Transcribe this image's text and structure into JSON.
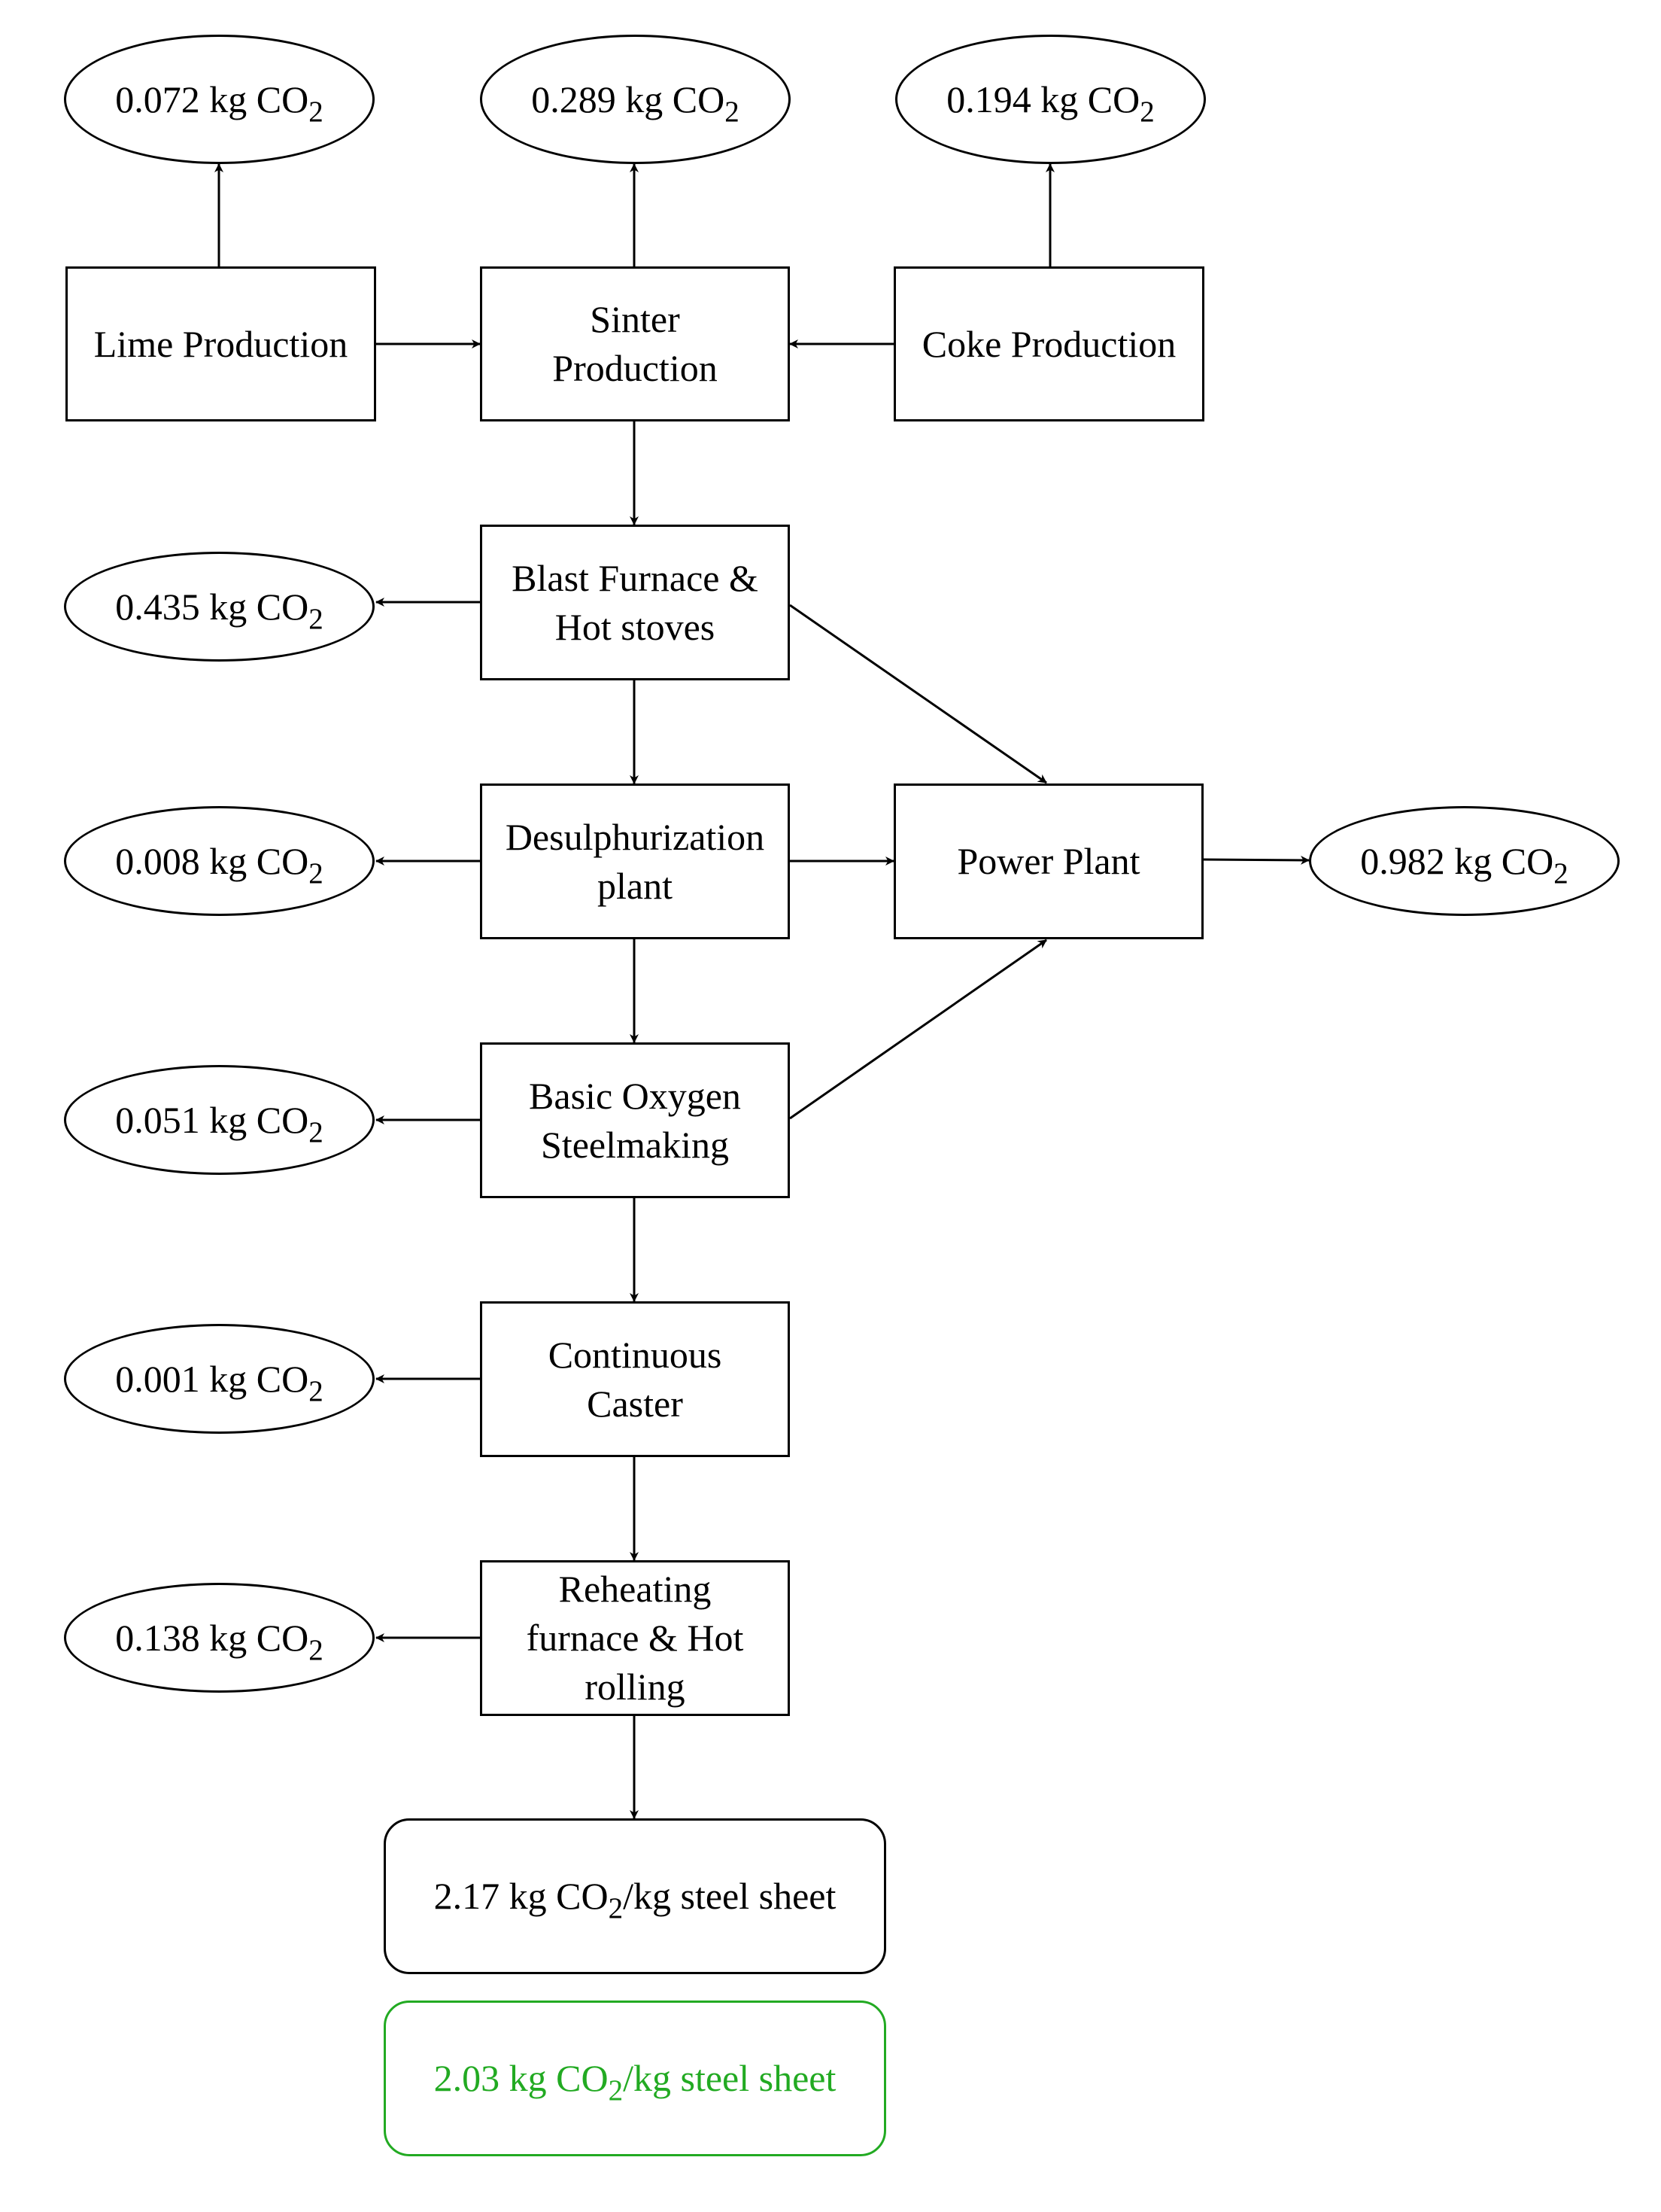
{
  "diagram": {
    "process_nodes": {
      "lime": "Lime Production",
      "sinter": "Sinter\nProduction",
      "coke": "Coke Production",
      "blast": "Blast Furnace &\nHot stoves",
      "desulph": "Desulphurization\nplant",
      "power": "Power Plant",
      "bos": "Basic Oxygen\nSteelmaking",
      "caster": "Continuous\nCaster",
      "reheat": "Reheating\nfurnace & Hot\nrolling"
    },
    "emissions": {
      "lime": {
        "value": "0.072 kg CO",
        "subscript": "2"
      },
      "sinter": {
        "value": "0.289 kg CO",
        "subscript": "2"
      },
      "coke": {
        "value": "0.194 kg CO",
        "subscript": "2"
      },
      "blast": {
        "value": "0.435 kg CO",
        "subscript": "2"
      },
      "desulph": {
        "value": "0.008 kg CO",
        "subscript": "2"
      },
      "power": {
        "value": "0.982 kg CO",
        "subscript": "2"
      },
      "bos": {
        "value": "0.051 kg CO",
        "subscript": "2"
      },
      "caster": {
        "value": "0.001 kg CO",
        "subscript": "2"
      },
      "reheat": {
        "value": "0.138 kg CO",
        "subscript": "2"
      }
    },
    "totals": {
      "total": {
        "prefix": "2.17 kg CO",
        "subscript": "2",
        "suffix": "/kg steel sheet"
      },
      "reduced": {
        "prefix": "2.03 kg CO",
        "subscript": "2",
        "suffix": "/kg steel sheet",
        "color": "#22aa22"
      }
    }
  }
}
